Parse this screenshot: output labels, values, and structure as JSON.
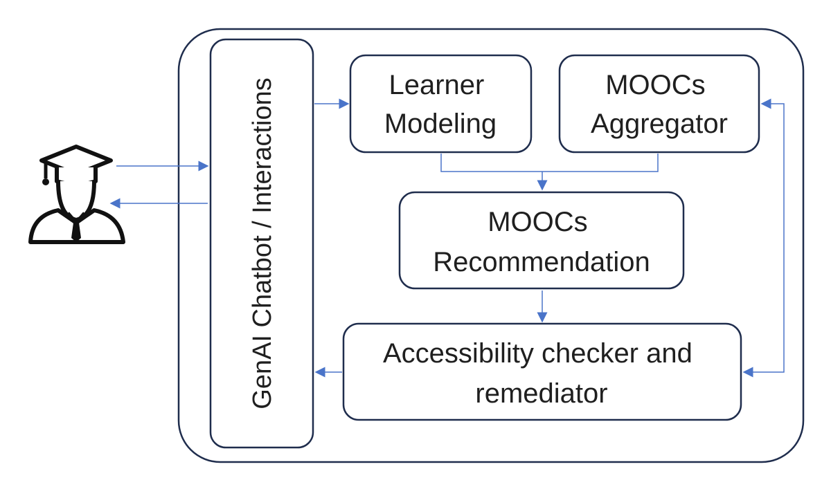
{
  "diagram": {
    "chatbot_label": "GenAI Chatbot / Interactions",
    "learner_modeling": [
      "Learner",
      "Modeling"
    ],
    "moocs_aggregator": [
      "MOOCs",
      "Aggregator"
    ],
    "moocs_recommendation": [
      "MOOCs",
      "Recommendation"
    ],
    "accessibility": [
      "Accessibility checker and",
      "remediator"
    ],
    "user_icon": "graduate-user-icon"
  },
  "colors": {
    "box_stroke": "#1f2d4d",
    "arrow": "#4a74c9",
    "icon": "#111111"
  }
}
